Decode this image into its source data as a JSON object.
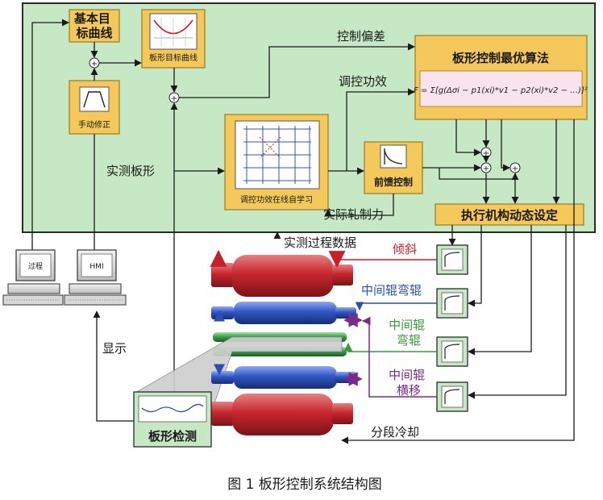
{
  "caption": "图 1    板形控制系统结构图",
  "blocks": {
    "basic_target": "基本目\n标曲线",
    "flatness_target": "板形目标曲线",
    "manual_fix": "手动修正",
    "self_learning": "调控功效在线自学习",
    "feedforward": "前馈控制",
    "optimal_algorithm": "板形控制最优算法",
    "actuator_setting": "执行机构动态设定",
    "flatness_detect": "板形检测"
  },
  "formula": "F = Σ[g(Δσi − p1(xi)*v1 − p2(xi)*v2 − …)]²",
  "signals": {
    "control_deviation": "控制偏差",
    "control_efficiency": "调控功效",
    "measured_flatness": "实测板形",
    "actual_rolling_force": "实际轧制力",
    "measured_process_data": "实测过程数据",
    "display": "显示",
    "segmented_cooling": "分段冷却"
  },
  "actuators": {
    "tilt": "倾斜",
    "im_roll_bending": "中间辊弯辊",
    "im_roll_bending_2": "中间辊\n弯辊",
    "im_roll_shift": "中间辊\n横移"
  },
  "computers": {
    "process": "过程",
    "hmi": "HMI"
  },
  "colors": {
    "panel_bg": "#c7e8c4",
    "panel_border": "#2a2a2a",
    "block_bg": "#f4c85a",
    "block_border": "#9a7a20",
    "inner_bg": "#ffffff",
    "red_roll": "#c8262e",
    "blue_roll": "#2f56c4",
    "green_roll": "#3aa14a",
    "arrow_red": "#c8202a",
    "arrow_purple": "#8a3aa8"
  }
}
